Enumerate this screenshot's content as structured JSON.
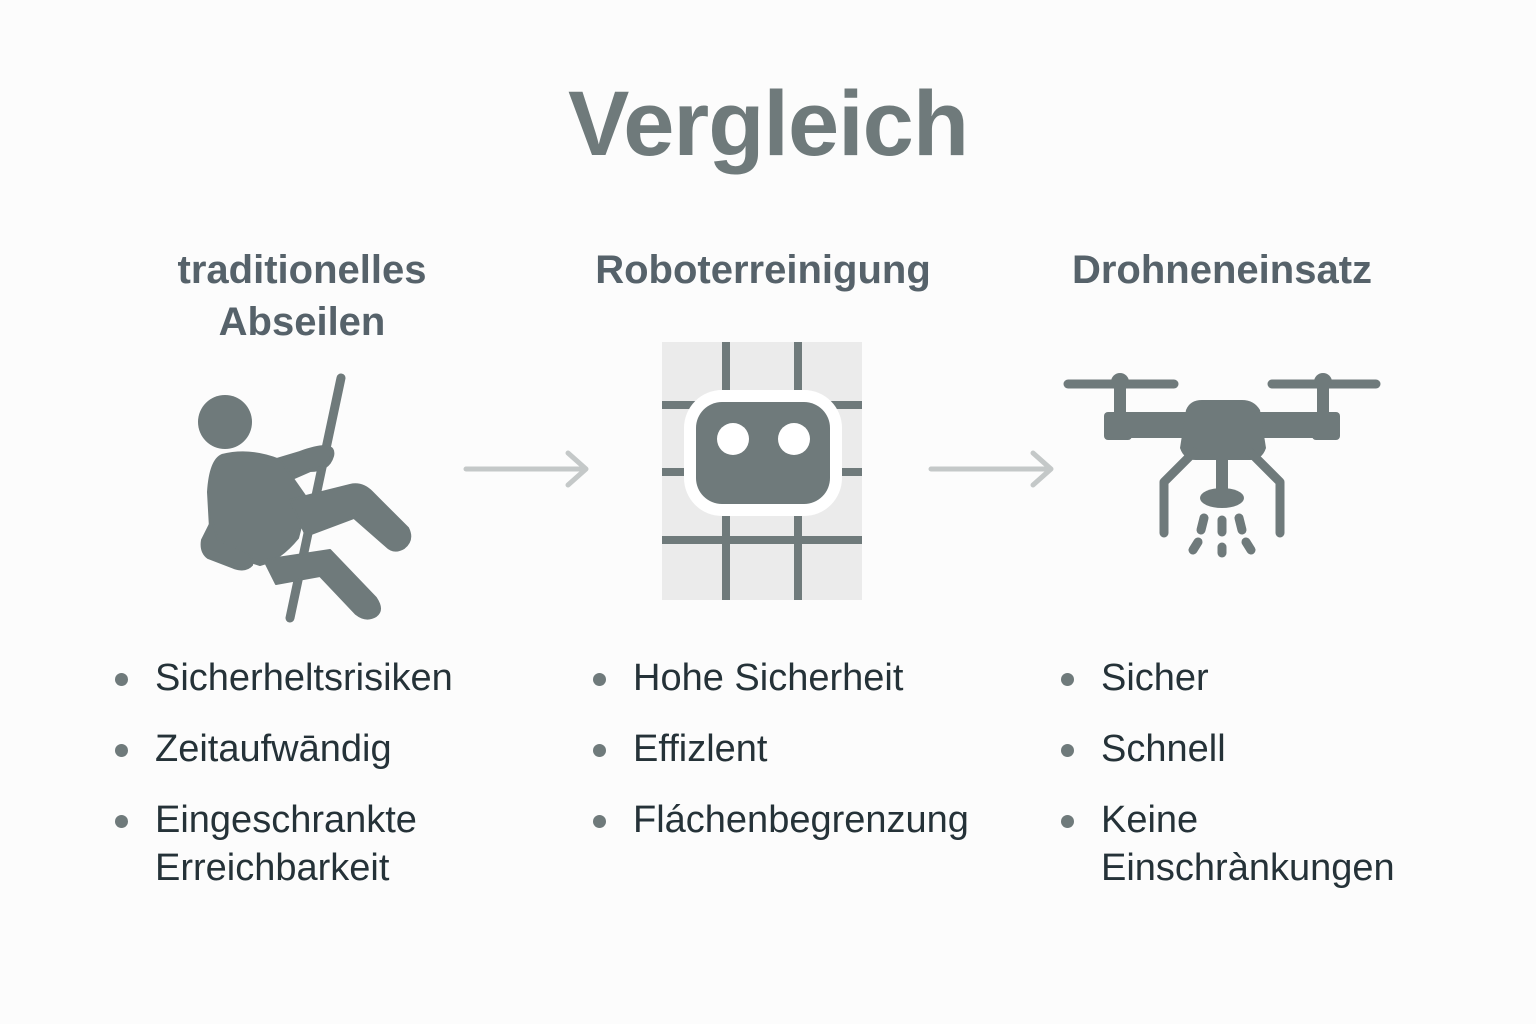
{
  "title": "Vergleich",
  "colors": {
    "title": "#6f7a7b",
    "heading": "#56626a",
    "icon": "#6f7a7b",
    "text": "#253238",
    "arrow": "#c4c8c8",
    "tile_bg": "#ebebeb",
    "background": "#fcfcfc"
  },
  "columns": [
    {
      "heading_line1": "traditionelles",
      "heading_line2": "Abseilen",
      "icon": "rappelling-person-icon",
      "items": [
        "Sicherheltsrisiken",
        "Zeitaufwāndig",
        "Eingeschrankte Erreichbarkeit"
      ]
    },
    {
      "heading_line1": "Roboterreinigung",
      "icon": "cleaning-robot-icon",
      "items": [
        "Hohe Sicherheit",
        "Effizlent",
        "Fláchenbegrenzung"
      ]
    },
    {
      "heading_line1": "Drohneneinsatz",
      "icon": "spraying-drone-icon",
      "items": [
        "Sicher",
        "Schnell",
        "Keine Einschrànkungen"
      ]
    }
  ],
  "arrows": [
    "arrow-right-icon",
    "arrow-right-icon"
  ]
}
